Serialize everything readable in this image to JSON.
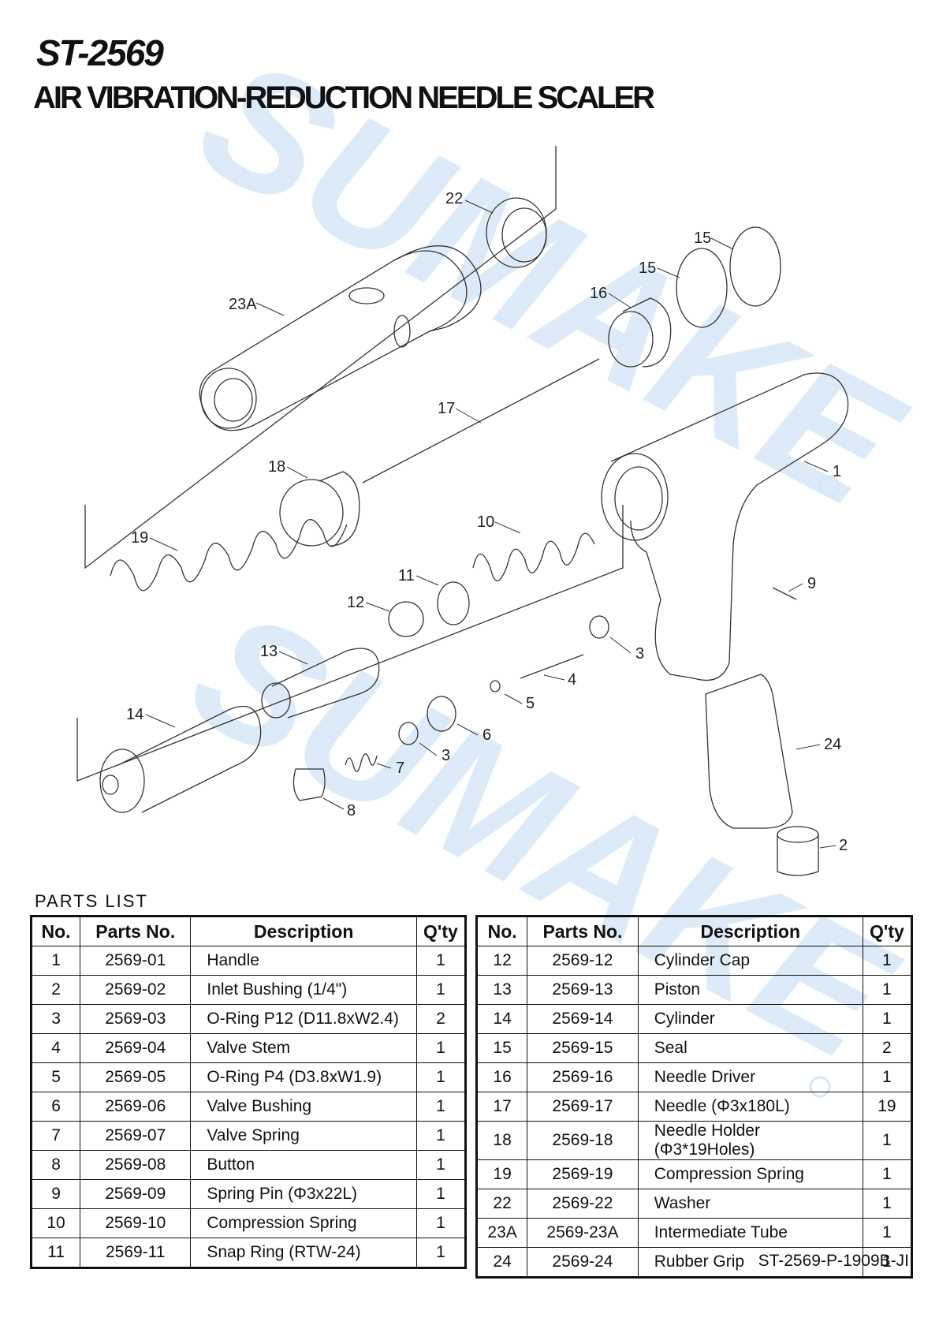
{
  "header": {
    "model": "ST-2569",
    "title": "AIR VIBRATION-REDUCTION NEEDLE SCALER"
  },
  "watermark": {
    "text": "SUMAKE",
    "color": "#cfe3f3"
  },
  "diagram": {
    "labels": [
      "22",
      "23A",
      "15",
      "15",
      "16",
      "17",
      "1",
      "18",
      "19",
      "10",
      "9",
      "11",
      "12",
      "3",
      "13",
      "4",
      "5",
      "14",
      "6",
      "7",
      "3",
      "8",
      "24",
      "2"
    ]
  },
  "parts": {
    "heading": "PARTS LIST",
    "columns": [
      "No.",
      "Parts No.",
      "Description",
      "Q'ty"
    ],
    "left": [
      {
        "no": "1",
        "part": "2569-01",
        "desc": "Handle",
        "qty": "1"
      },
      {
        "no": "2",
        "part": "2569-02",
        "desc": "Inlet Bushing (1/4\")",
        "qty": "1"
      },
      {
        "no": "3",
        "part": "2569-03",
        "desc": "O-Ring P12 (D11.8xW2.4)",
        "qty": "2"
      },
      {
        "no": "4",
        "part": "2569-04",
        "desc": "Valve Stem",
        "qty": "1"
      },
      {
        "no": "5",
        "part": "2569-05",
        "desc": "O-Ring P4 (D3.8xW1.9)",
        "qty": "1"
      },
      {
        "no": "6",
        "part": "2569-06",
        "desc": "Valve Bushing",
        "qty": "1"
      },
      {
        "no": "7",
        "part": "2569-07",
        "desc": "Valve Spring",
        "qty": "1"
      },
      {
        "no": "8",
        "part": "2569-08",
        "desc": "Button",
        "qty": "1"
      },
      {
        "no": "9",
        "part": "2569-09",
        "desc": "Spring Pin (Φ3x22L)",
        "qty": "1"
      },
      {
        "no": "10",
        "part": "2569-10",
        "desc": "Compression Spring",
        "qty": "1"
      },
      {
        "no": "11",
        "part": "2569-11",
        "desc": "Snap Ring (RTW-24)",
        "qty": "1"
      }
    ],
    "right": [
      {
        "no": "12",
        "part": "2569-12",
        "desc": "Cylinder Cap",
        "qty": "1"
      },
      {
        "no": "13",
        "part": "2569-13",
        "desc": "Piston",
        "qty": "1"
      },
      {
        "no": "14",
        "part": "2569-14",
        "desc": "Cylinder",
        "qty": "1"
      },
      {
        "no": "15",
        "part": "2569-15",
        "desc": "Seal",
        "qty": "2"
      },
      {
        "no": "16",
        "part": "2569-16",
        "desc": "Needle Driver",
        "qty": "1"
      },
      {
        "no": "17",
        "part": "2569-17",
        "desc": "Needle (Φ3x180L)",
        "qty": "19"
      },
      {
        "no": "18",
        "part": "2569-18",
        "desc": "Needle Holder (Φ3*19Holes)",
        "qty": "1"
      },
      {
        "no": "19",
        "part": "2569-19",
        "desc": "Compression Spring",
        "qty": "1"
      },
      {
        "no": "22",
        "part": "2569-22",
        "desc": "Washer",
        "qty": "1"
      },
      {
        "no": "23A",
        "part": "2569-23A",
        "desc": "Intermediate Tube",
        "qty": "1"
      },
      {
        "no": "24",
        "part": "2569-24",
        "desc": "Rubber Grip",
        "qty": "1"
      }
    ]
  },
  "footer": {
    "code": "ST-2569-P-1909B-JI"
  }
}
